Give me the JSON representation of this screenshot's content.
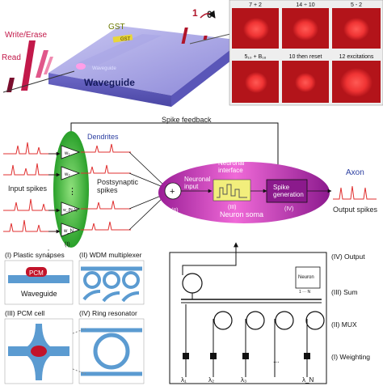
{
  "top": {
    "write_erase": "Write/Erase",
    "read": "Read",
    "gst": "GST",
    "gst_chip": "GST",
    "waveguide": "Waveguide",
    "waveguide_small": "Waveguide",
    "out_one": "1",
    "out_zero": "0"
  },
  "micrographs": [
    "7 + 2",
    "14 ÷ 10",
    "5 - 2",
    "5₁₀ + B₁₆",
    "10 then reset",
    "12 excitations"
  ],
  "neuron": {
    "spike_feedback": "Spike feedback",
    "dendrites": "Dendrites",
    "input_spikes": "Input spikes",
    "postsynaptic_spikes": "Postsynaptic\nspikes",
    "weights": [
      "w₁",
      "w₂",
      "w_{N-1}",
      "w_N"
    ],
    "dots": "⋮",
    "label_i": "(I)",
    "neuronal_input": "Neuronal\ninput",
    "label_ii": "(II)",
    "neuronal_interface": "Neuronal\ninterface",
    "label_iii": "(III)",
    "neuron_soma": "Neuron soma",
    "spike_generation": "Spike\ngeneration",
    "label_iv": "(IV)",
    "axon": "Axon",
    "output_spikes": "Output spikes",
    "plus": "+"
  },
  "panels": {
    "plastic_synapses": "(I) Plastic synapses",
    "pcm": "PCM",
    "waveguide": "Waveguide",
    "wdm": "(II) WDM multiplexer",
    "pcm_cell": "(III) PCM cell",
    "ring_resonator": "(IV) Ring resonator"
  },
  "circuit": {
    "neuron_box": "Neuron",
    "neuron_box_sub": "1 ··· N",
    "rows": [
      "(IV) Output",
      "(III) Sum",
      "(II) MUX",
      "(I) Weighting"
    ],
    "lambdas": [
      "λ₁",
      "λ₂",
      "λ₃",
      "λ_N"
    ],
    "ellipsis": "..."
  },
  "colors": {
    "micrograph_bg": "#b3141a",
    "micrograph_spot": "#ff3b38",
    "dendrite_green": "#2fb52c",
    "soma_purple": "#8b1a8c",
    "soma_pink": "#e44ac5",
    "interface_yellow": "#f2ee7c",
    "spike_red": "#e03030",
    "accent_blue": "#2b3ea0",
    "waveguide_blue": "#5b9bd1"
  }
}
